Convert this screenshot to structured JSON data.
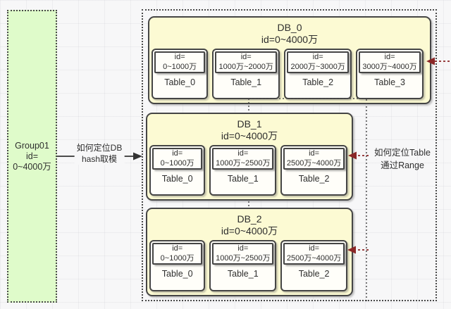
{
  "source_group": {
    "line1": "Group01",
    "line2": "id=",
    "line3": "0~4000万"
  },
  "db_locator_arrow": {
    "label_line1": "如何定位DB",
    "label_line2": "hash取模"
  },
  "table_locator_note": {
    "line1": "如何定位Table",
    "line2": "通过Range"
  },
  "databases": [
    {
      "name": "DB_0",
      "id_range": "id=0~4000万",
      "tables": [
        {
          "id_label": "id=",
          "id_range": "0~1000万",
          "name": "Table_0"
        },
        {
          "id_label": "id=",
          "id_range": "1000万~2000万",
          "name": "Table_1"
        },
        {
          "id_label": "id=",
          "id_range": "2000万~3000万",
          "name": "Table_2"
        },
        {
          "id_label": "id=",
          "id_range": "3000万~4000万",
          "name": "Table_3"
        }
      ]
    },
    {
      "name": "DB_1",
      "id_range": "id=0~4000万",
      "tables": [
        {
          "id_label": "id=",
          "id_range": "0~1000万",
          "name": "Table_0"
        },
        {
          "id_label": "id=",
          "id_range": "1000万~2500万",
          "name": "Table_1"
        },
        {
          "id_label": "id=",
          "id_range": "2500万~4000万",
          "name": "Table_2"
        }
      ]
    },
    {
      "name": "DB_2",
      "id_range": "id=0~4000万",
      "tables": [
        {
          "id_label": "id=",
          "id_range": "0~1000万",
          "name": "Table_0"
        },
        {
          "id_label": "id=",
          "id_range": "1000万~2500万",
          "name": "Table_1"
        },
        {
          "id_label": "id=",
          "id_range": "2500万~4000万",
          "name": "Table_2"
        }
      ]
    }
  ],
  "colors": {
    "group_fill": "#dffbca",
    "db_fill": "#fcfad3",
    "table_fill": "#fffef9",
    "border": "#454545",
    "red_arrow": "#8b2727",
    "text": "#2e2e2e",
    "background": "#f7f7f8"
  }
}
